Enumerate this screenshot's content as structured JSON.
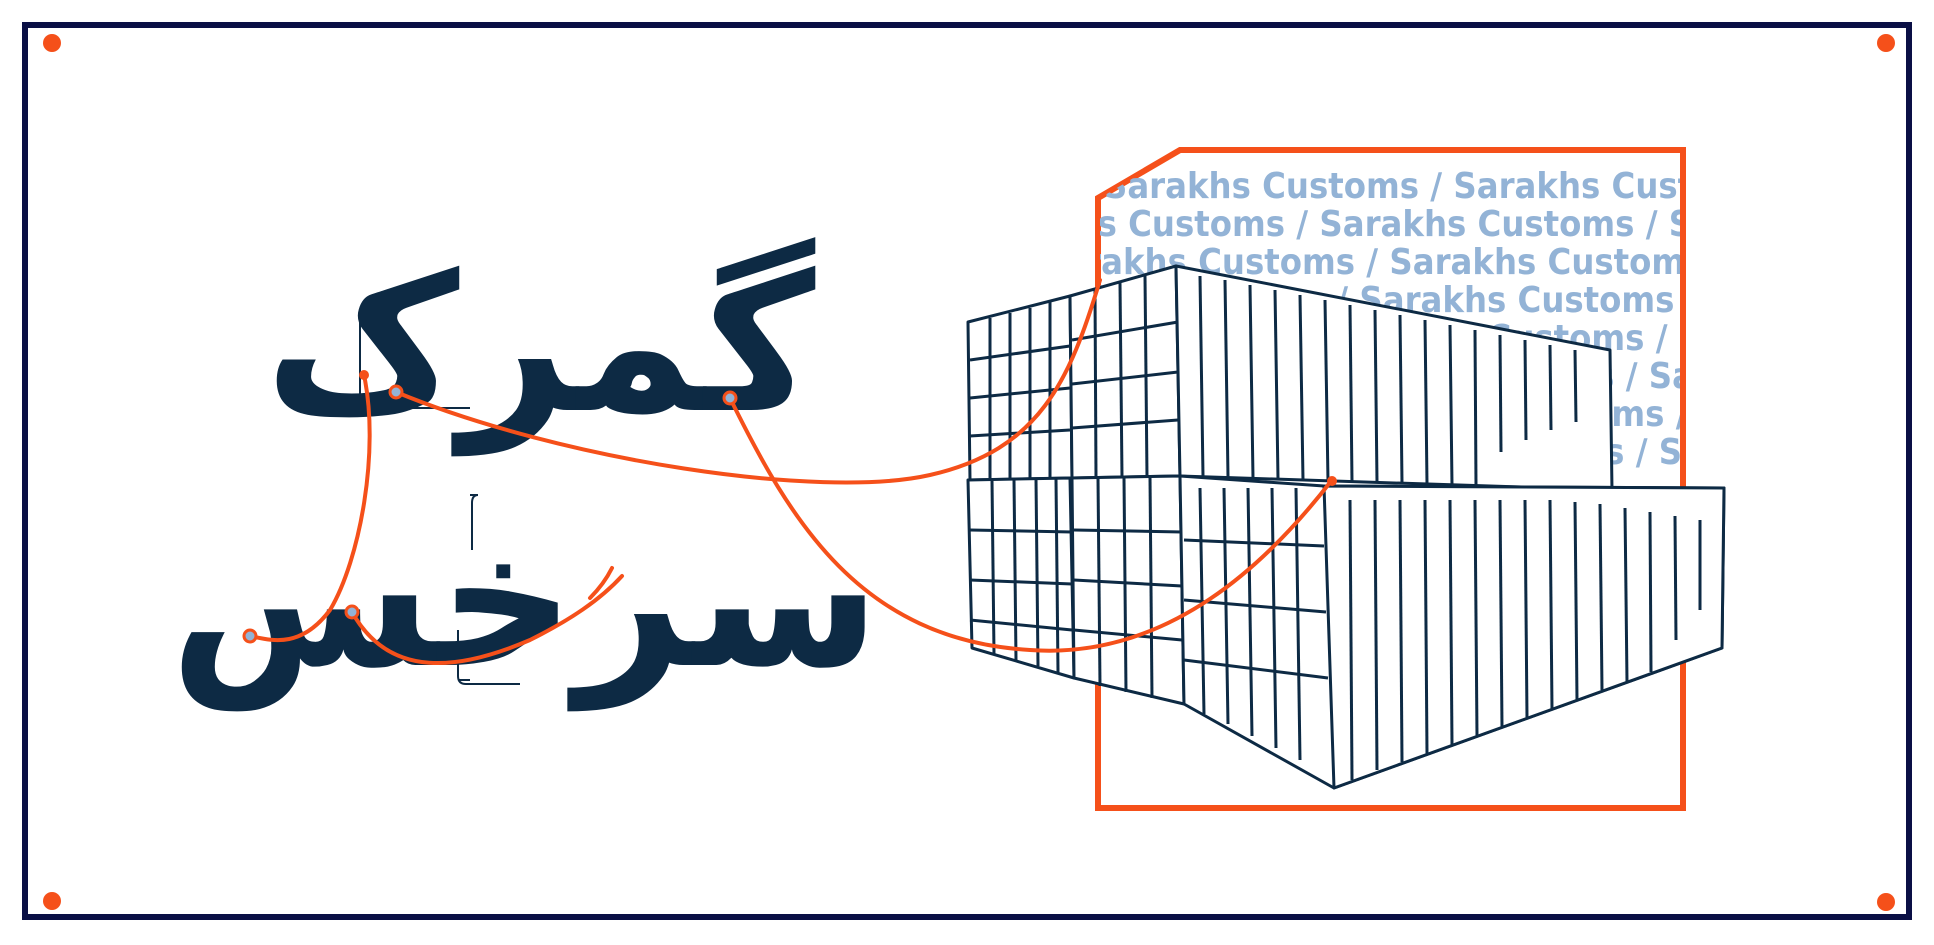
{
  "poster": {
    "title_line_1": "گمرک",
    "title_line_2": "سرخس",
    "pattern_line": "Sarakhs Customs / Sarakhs Customs / Sarakhs Customs / Sarakhs Customs /"
  },
  "colors": {
    "frame": "#0a0f45",
    "accent": "#f5501a",
    "ink": "#0d2a44",
    "pattern": "#93b3d6",
    "background": "#ffffff"
  },
  "icons": {
    "illustration": "shipping-containers-icon",
    "corner_marks": "dot-icon"
  }
}
